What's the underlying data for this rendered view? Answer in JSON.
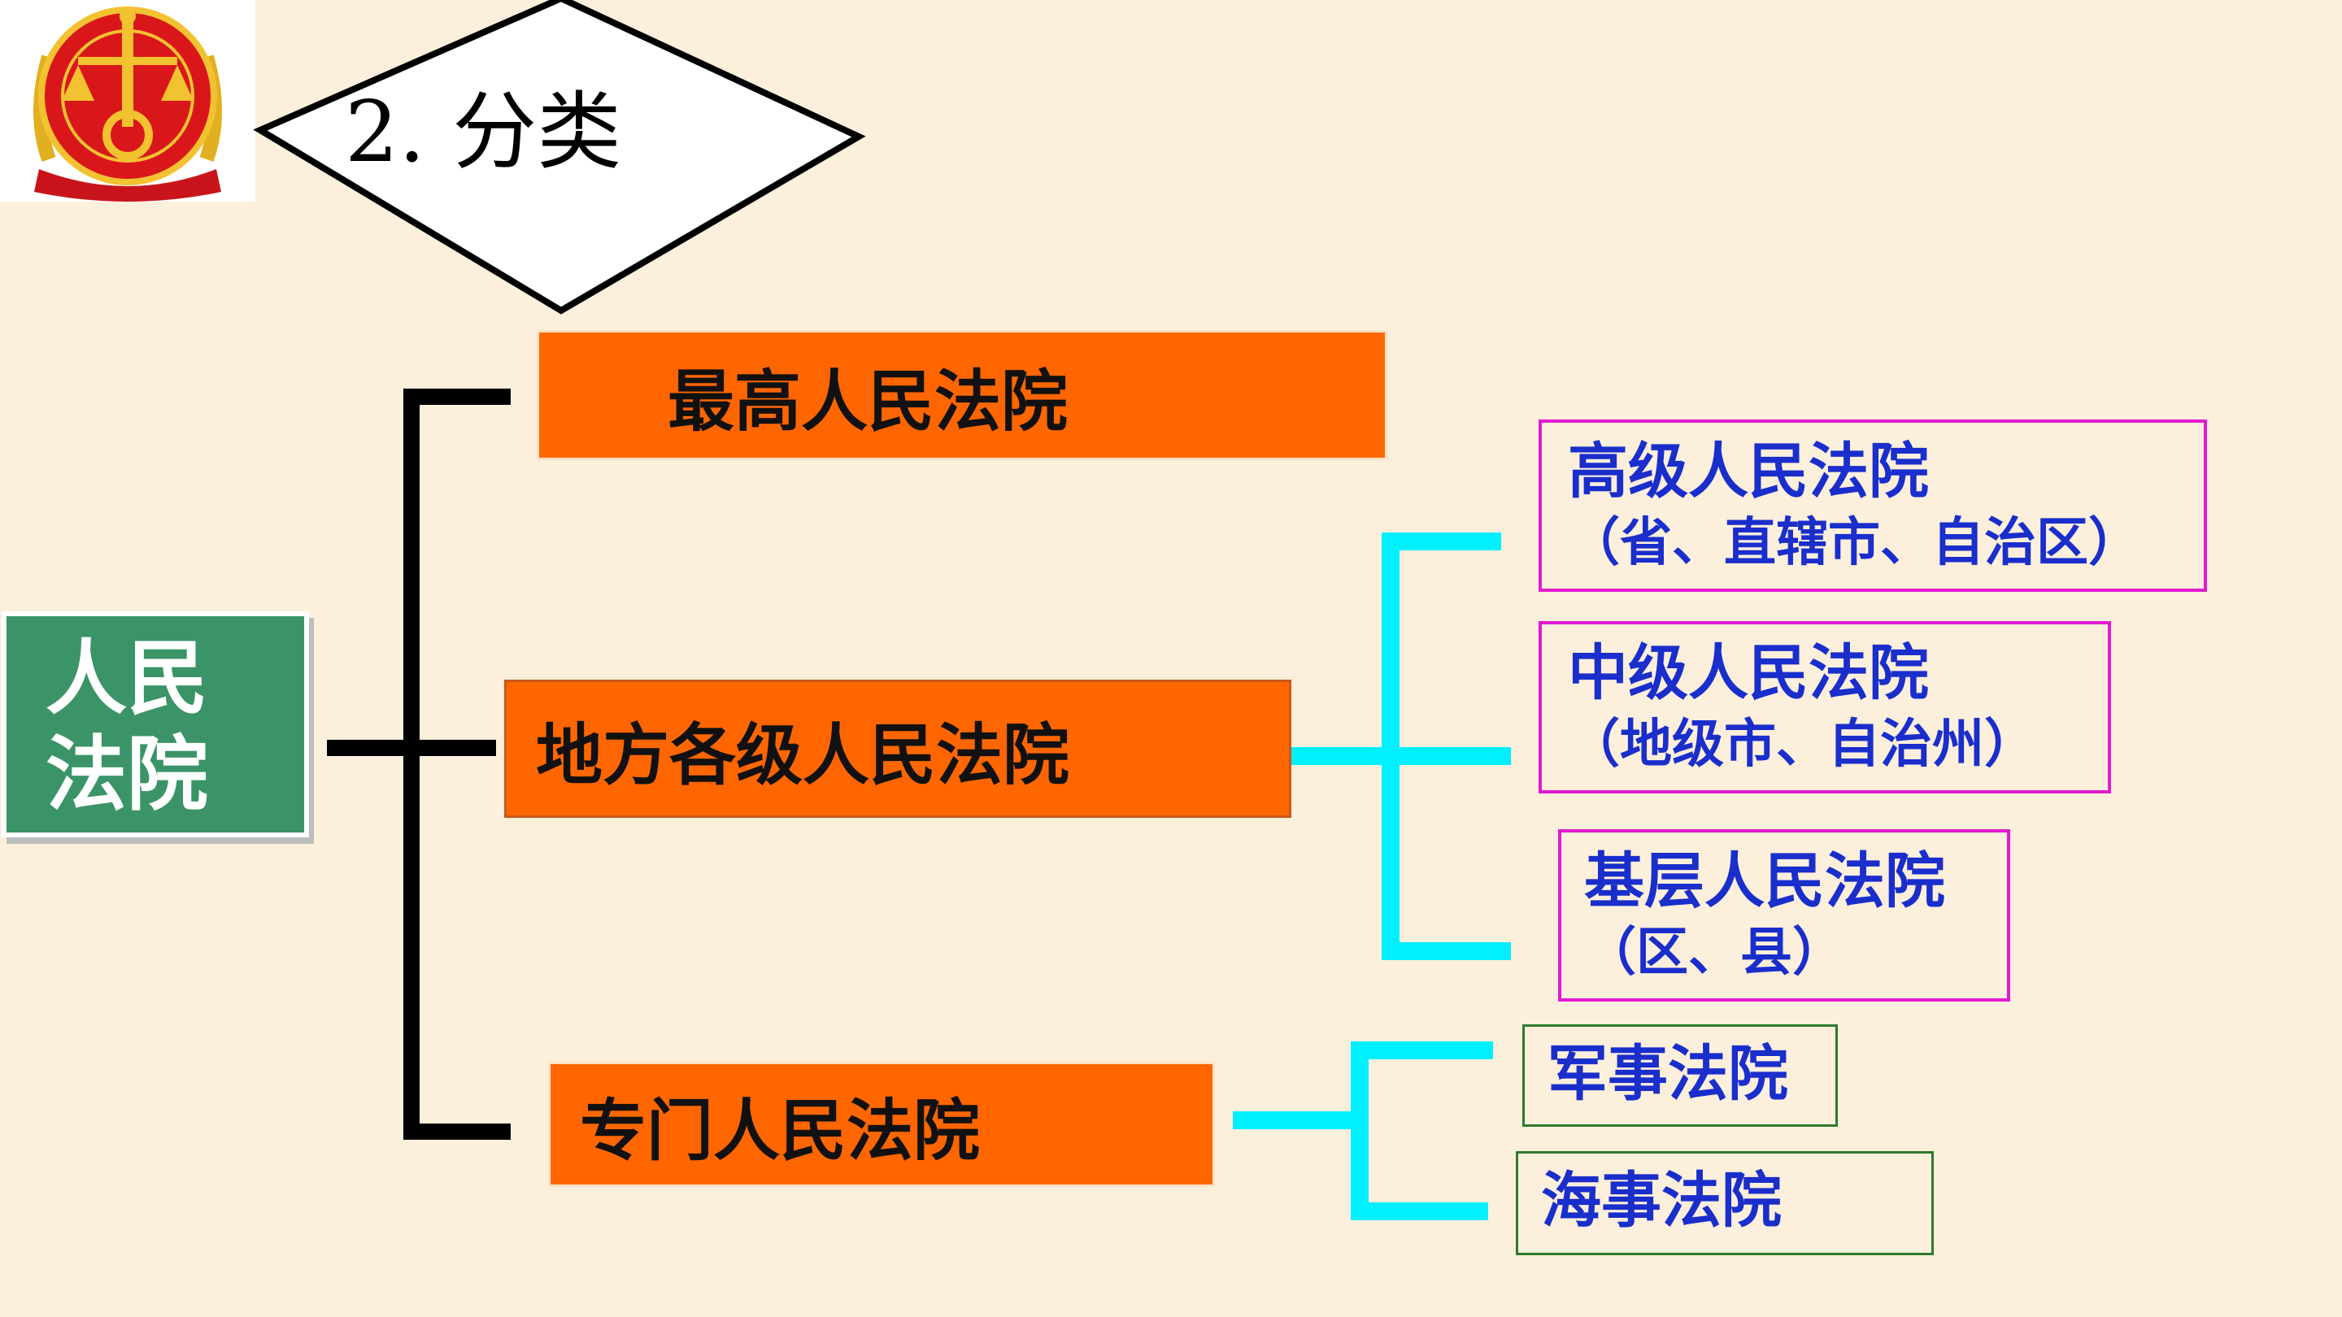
{
  "title": "2. 分类",
  "root": {
    "line1": "人民",
    "line2": "法院"
  },
  "level1": {
    "supreme": "最高人民法院",
    "local": "地方各级人民法院",
    "special": "专门人民法院"
  },
  "local_courts": [
    {
      "name": "高级人民法院",
      "note": "（省、直辖市、自治区）"
    },
    {
      "name": "中级人民法院",
      "note": "（地级市、自治州）"
    },
    {
      "name": "基层人民法院",
      "note": "（区、县）"
    }
  ],
  "special_courts": [
    {
      "name": "军事法院"
    },
    {
      "name": "海事法院"
    }
  ],
  "colors": {
    "background": "#fcefdc",
    "root_fill": "#3a9467",
    "level1_fill": "#ff6600",
    "connector_primary": "#000000",
    "connector_secondary": "#00f0ff",
    "court_text": "#1a2ecc",
    "local_border": "#e21ad0",
    "special_border": "#2e7a2e"
  },
  "icons": {
    "emblem": "national-court-emblem"
  }
}
